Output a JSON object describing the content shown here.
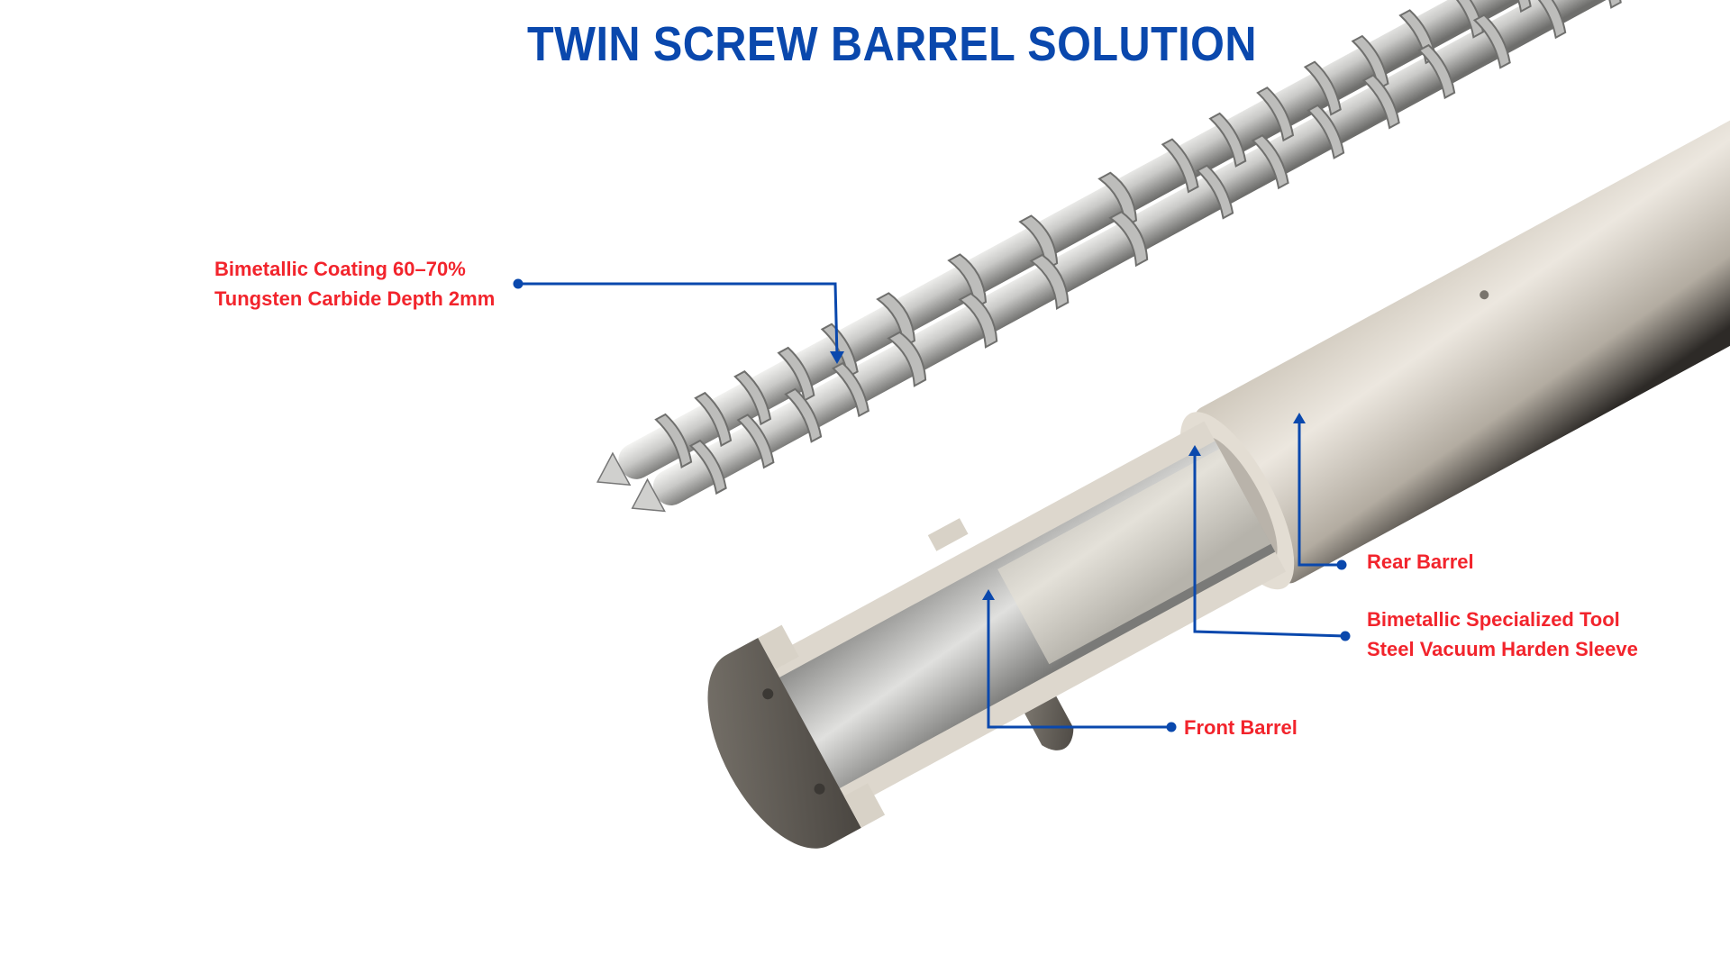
{
  "header": {
    "title": "TWIN SCREW BARREL SOLUTION"
  },
  "colors": {
    "title": "#0a48ad",
    "callout_line": "#0a48ad",
    "label_text": "#f2242c",
    "background": "#ffffff",
    "barrel_body": "#d9d3c9",
    "screw_metal": "#c8c8c8",
    "flange": "#5f5b55"
  },
  "callouts": [
    {
      "id": "screw-coating",
      "lines": [
        "Bimetallic Coating 60–70%",
        "Tungsten Carbide Depth 2mm"
      ],
      "target": "twin screw flight"
    },
    {
      "id": "rear-barrel",
      "lines": [
        "Rear Barrel"
      ],
      "target": "rear barrel section"
    },
    {
      "id": "sleeve",
      "lines": [
        "Bimetallic Specialized Tool",
        "Steel Vacuum Harden Sleeve"
      ],
      "target": "inner sleeve"
    },
    {
      "id": "front-barrel",
      "lines": [
        "Front Barrel"
      ],
      "target": "front barrel bore"
    }
  ],
  "icons": {
    "callout_dot": "filled-circle",
    "callout_arrow": "arrowhead"
  }
}
